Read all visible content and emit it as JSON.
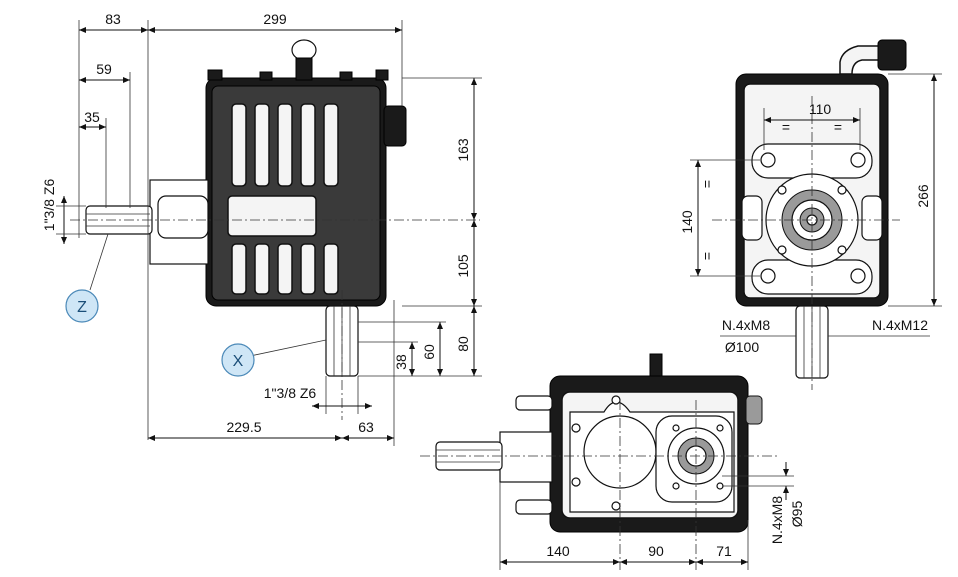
{
  "side_view": {
    "dims": {
      "d83": "83",
      "d299": "299",
      "d59": "59",
      "d35": "35",
      "d163": "163",
      "d105": "105",
      "d80": "80",
      "d60": "60",
      "d38": "38",
      "d229_5": "229.5",
      "d63": "63"
    },
    "labels": {
      "spline_input": "1\"3/8 Z6",
      "spline_output": "1\"3/8 Z6",
      "callout_z": "Z",
      "callout_x": "X"
    }
  },
  "front_view": {
    "dims": {
      "d110": "110",
      "d140": "140",
      "d266": "266",
      "eq_symbol": "="
    },
    "labels": {
      "thread_left": "N.4xM8",
      "diameter_left": "Ø100",
      "thread_right": "N.4xM12"
    }
  },
  "top_view": {
    "dims": {
      "d140": "140",
      "d90": "90",
      "d71": "71"
    },
    "labels": {
      "thread": "N.4xM8",
      "diameter": "Ø95"
    }
  },
  "colors": {
    "line": "#111111",
    "body_dark": "#1a1a1a",
    "callout_fill": "#cfe6f6",
    "callout_stroke": "#4b89b8"
  }
}
